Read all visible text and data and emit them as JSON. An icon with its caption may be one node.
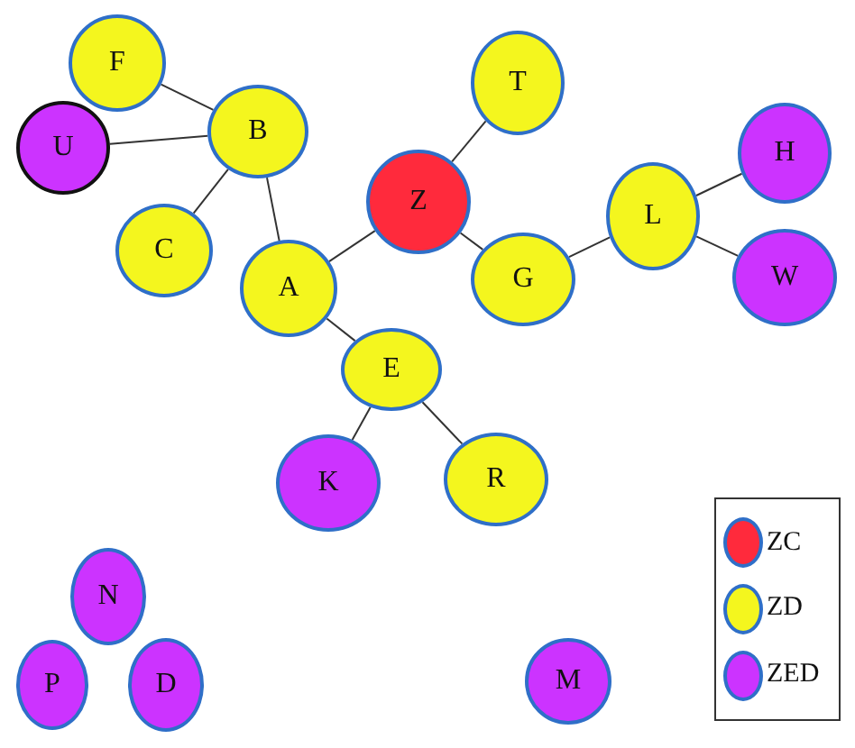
{
  "diagram": {
    "nodes": [
      {
        "text": [
          "F"
        ]
      },
      {
        "text": [
          "U"
        ]
      },
      {
        "text": [
          "B"
        ]
      },
      {
        "text": [
          "T"
        ]
      },
      {
        "text": [
          "H"
        ]
      },
      {
        "text": [
          "Z"
        ]
      },
      {
        "text": [
          "L"
        ]
      },
      {
        "text": [
          "C"
        ]
      },
      {
        "text": [
          "A"
        ]
      },
      {
        "text": [
          "G"
        ]
      },
      {
        "text": [
          "W"
        ]
      },
      {
        "text": [
          "E"
        ]
      },
      {
        "text": [
          "K"
        ]
      },
      {
        "text": [
          "R"
        ]
      },
      {
        "text": [
          "N"
        ]
      },
      {
        "text": [
          "P"
        ]
      },
      {
        "text": [
          "D"
        ]
      },
      {
        "text": [
          "M"
        ]
      }
    ],
    "edges": [
      {
        "from": 0,
        "to": 2,
        "arrow": "none"
      },
      {
        "from": 1,
        "to": 2,
        "arrow": "none"
      },
      {
        "from": 2,
        "to": 7,
        "arrow": "none"
      },
      {
        "from": 2,
        "to": 8,
        "arrow": "none"
      },
      {
        "from": 8,
        "to": 5,
        "arrow": "none"
      },
      {
        "from": 5,
        "to": 3,
        "arrow": "none"
      },
      {
        "from": 5,
        "to": 9,
        "arrow": "none"
      },
      {
        "from": 8,
        "to": 11,
        "arrow": "none"
      },
      {
        "from": 11,
        "to": 12,
        "arrow": "none"
      },
      {
        "from": 11,
        "to": 13,
        "arrow": "none"
      },
      {
        "from": 9,
        "to": 6,
        "arrow": "none"
      },
      {
        "from": 6,
        "to": 4,
        "arrow": "none"
      },
      {
        "from": 6,
        "to": 10,
        "arrow": "none"
      }
    ],
    "legend": [
      {
        "text": "ZC",
        "color": "#ff2a3c"
      },
      {
        "text": "ZD",
        "color": "#f4f61e"
      },
      {
        "text": "ZED",
        "color": "#cc33ff"
      }
    ]
  }
}
